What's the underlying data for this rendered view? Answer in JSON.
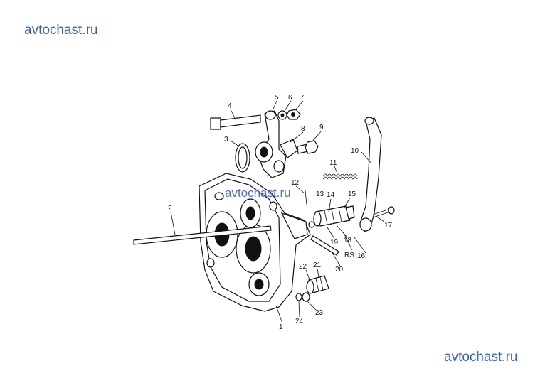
{
  "watermarks": {
    "top_left": "avtochast.ru",
    "center": "avtochast.ru",
    "bottom_right": "avtochast.ru"
  },
  "part_labels": [
    "1",
    "2",
    "3",
    "4",
    "5",
    "6",
    "7",
    "8",
    "9",
    "10",
    "11",
    "12",
    "13",
    "14",
    "15",
    "16",
    "17",
    "18",
    "19",
    "RS",
    "20",
    "21",
    "22",
    "23",
    "24"
  ]
}
